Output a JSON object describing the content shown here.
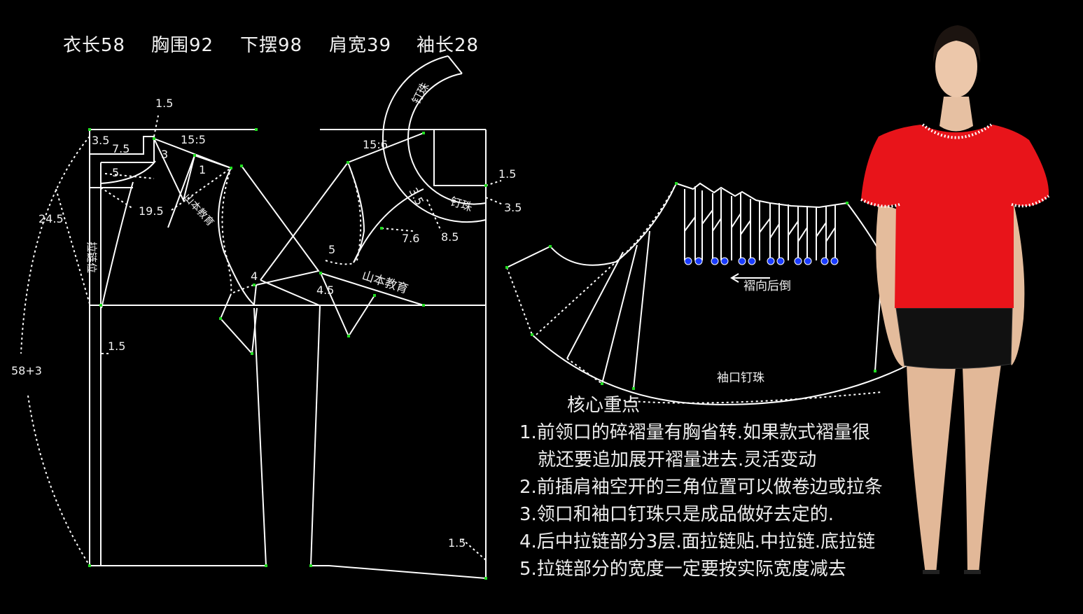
{
  "measurements": [
    {
      "label": "衣长58"
    },
    {
      "label": "胸围92"
    },
    {
      "label": "下摆98"
    },
    {
      "label": "肩宽39"
    },
    {
      "label": "袖长28"
    }
  ],
  "labels": {
    "d1_5_top": "1.5",
    "d3_5": "3.5",
    "d7_5": "7.5",
    "d3": "3",
    "d15_5": "15:5",
    "d1": "1",
    "d5_left": "5",
    "d19_5": "19.5",
    "d24_5": "24.5",
    "d58_3": "58+3",
    "d1_5_left": "1.5",
    "zipper_text": "拉链位",
    "yamamoto_front": "山本教育",
    "d4": "4",
    "d15_6": "15:6",
    "collar_text_top": "钉珠",
    "collar_text_bottom": "钉珠",
    "d1_5_right": "1.5",
    "d3_5_right": "3.5",
    "d3_5_diag": "3.5",
    "d7_6": "7.6",
    "d8_5": "8.5",
    "d5_mid": "5",
    "d4_5": "4.5",
    "yamamoto_back": "山本教育",
    "d1_5_bottom": "1.5",
    "pleat_text": "褶向后倒",
    "cuff_text": "袖口钉珠"
  },
  "notes": {
    "title": "核心重点",
    "items": [
      "1.前领口的碎褶量有胸省转.如果款式褶量很",
      "就还要追加展开褶量进去.灵活变动",
      "2.前插肩袖空开的三角位置可以做卷边或拉条",
      "3.领口和袖口钉珠只是成品做好去定的.",
      "4.后中拉链部分3层.面拉链贴.中拉链.底拉链",
      "5.拉链部分的宽度一定要按实际宽度减去"
    ]
  },
  "colors": {
    "background": "#000000",
    "line": "#ffffff",
    "point": "#22dd22",
    "bead": "#1a3cff",
    "blouse": "#e8141a",
    "skirt": "#111111",
    "skin": "#e9c2a4"
  }
}
